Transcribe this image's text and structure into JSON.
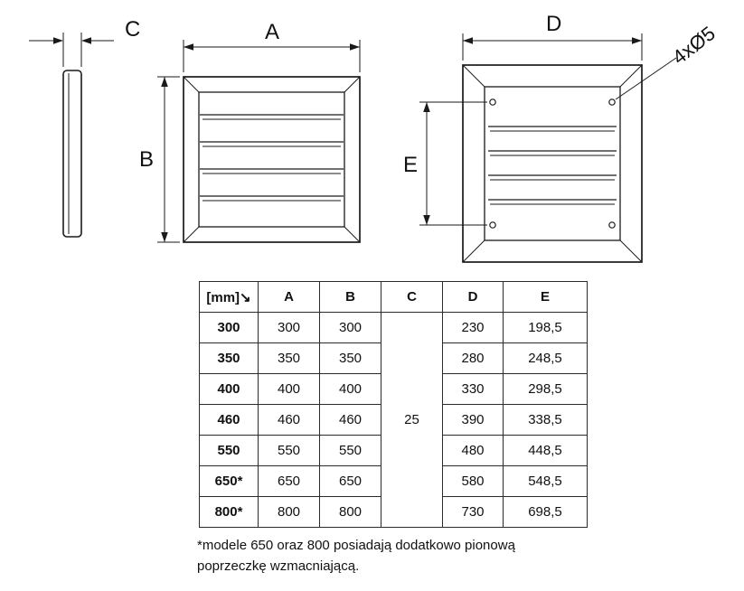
{
  "diagram": {
    "labels": {
      "dim_c": "C",
      "dim_a": "A",
      "dim_b": "B",
      "dim_d": "D",
      "dim_e": "E",
      "holes_note": "4xØ5"
    }
  },
  "table": {
    "headers": [
      "[mm]↘",
      "A",
      "B",
      "C",
      "D",
      "E"
    ],
    "c_merged_value": "25",
    "rows": [
      {
        "size": "300",
        "a": "300",
        "b": "300",
        "d": "230",
        "e": "198,5"
      },
      {
        "size": "350",
        "a": "350",
        "b": "350",
        "d": "280",
        "e": "248,5"
      },
      {
        "size": "400",
        "a": "400",
        "b": "400",
        "d": "330",
        "e": "298,5"
      },
      {
        "size": "460",
        "a": "460",
        "b": "460",
        "d": "390",
        "e": "338,5"
      },
      {
        "size": "550",
        "a": "550",
        "b": "550",
        "d": "480",
        "e": "448,5"
      },
      {
        "size": "650*",
        "a": "650",
        "b": "650",
        "d": "580",
        "e": "548,5"
      },
      {
        "size": "800*",
        "a": "800",
        "b": "800",
        "d": "730",
        "e": "698,5"
      }
    ]
  },
  "footnote": {
    "line1": "*modele 650 oraz 800 posiadają dodatkowo pionową",
    "line2": "poprzeczkę wzmacniającą."
  }
}
